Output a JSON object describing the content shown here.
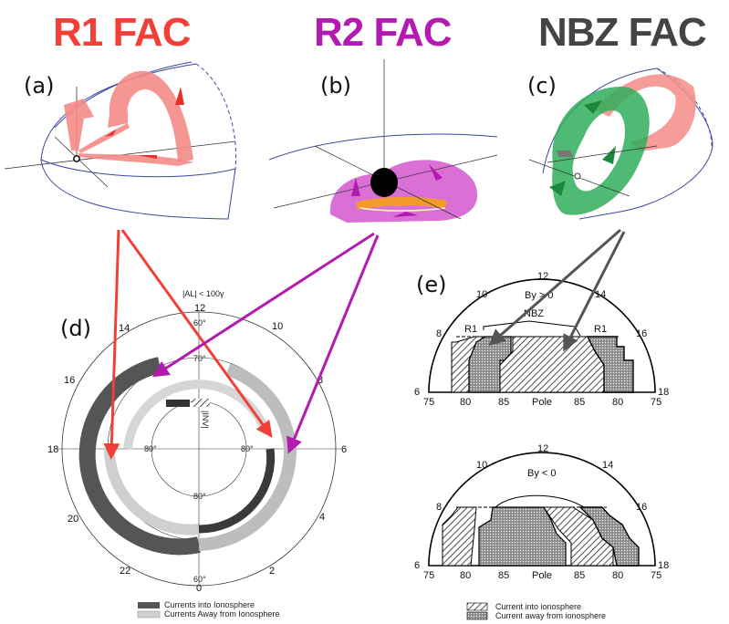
{
  "titles": {
    "r1": "R1 FAC",
    "r2": "R2 FAC",
    "nbz": "NBZ FAC"
  },
  "colors": {
    "r1": "#f04038",
    "r2": "#b21ab0",
    "nbz": "#444444",
    "green": "#2fae5a",
    "orange": "#f39b2a",
    "pink_fill": "#f58b87",
    "magenta_fill": "#d65fd0",
    "line_blue": "#3b47a0"
  },
  "panel_labels": {
    "a": "(a)",
    "b": "(b)",
    "c": "(c)",
    "d": "(d)",
    "e": "(e)"
  },
  "panel_d": {
    "condition": "|AL| < 100γ",
    "axis_label": "|INV|",
    "mlt_labels": [
      "12",
      "10",
      "8",
      "6",
      "4",
      "2",
      "0",
      "22",
      "20",
      "18",
      "16",
      "14"
    ],
    "lat_labels": [
      "60°",
      "70°",
      "80°",
      "80°",
      "80°",
      "60°"
    ],
    "legend": [
      {
        "label": "Currents into Ionosphere",
        "swatch": "dark"
      },
      {
        "label": "Currents Away from Ionosphere",
        "swatch": "light"
      }
    ]
  },
  "panel_e": {
    "top": {
      "condition": "By > 0",
      "labels": {
        "nbz": "NBZ",
        "r1_left": "R1",
        "r1_right": "R1"
      },
      "mlt_labels": [
        "6",
        "8",
        "10",
        "12",
        "14",
        "16",
        "18"
      ],
      "lat_labels": [
        "75",
        "80",
        "85",
        "Pole",
        "85",
        "80",
        "75"
      ]
    },
    "bottom": {
      "condition": "By < 0",
      "mlt_labels": [
        "6",
        "8",
        "10",
        "12",
        "14",
        "16",
        "18"
      ],
      "lat_labels": [
        "75",
        "80",
        "85",
        "Pole",
        "85",
        "80",
        "75"
      ]
    },
    "legend": [
      {
        "label": "Current into ionosphere",
        "swatch": "hatched"
      },
      {
        "label": "Current away from ionosphere",
        "swatch": "dotted"
      }
    ]
  }
}
